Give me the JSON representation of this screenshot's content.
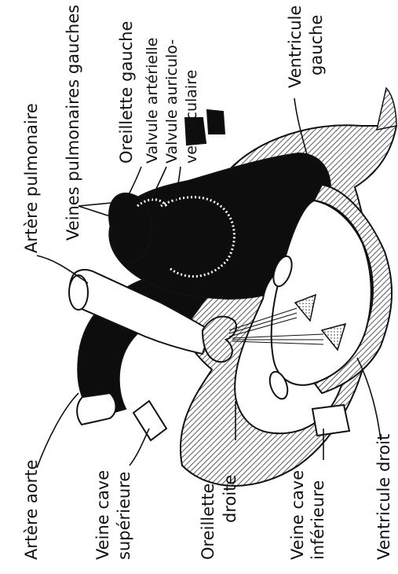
{
  "labels": {
    "aorte": "Artère aorte",
    "veine_cave_sup_1": "Veine cave",
    "veine_cave_sup_2": "supérieure",
    "oreillette_droite_1": "Oreillette",
    "oreillette_droite_2": "droite",
    "veine_cave_inf_1": "Veine cave",
    "veine_cave_inf_2": "inférieure",
    "ventricule_droit": "Ventricule droit",
    "artere_pulmonaire": "Artère pulmonaire",
    "veines_pulmonaires": "Veines pulmonaires gauches",
    "oreillette_gauche": "Oreillette gauche",
    "valvule_arterielle": "Valvule artérielle",
    "valvule_av_1": "Valvule auriculo-",
    "valvule_av_2": "ventriculaire",
    "ventricule_gauche_1": "Ventricule",
    "ventricule_gauche_2": "gauche"
  },
  "colors": {
    "ink": "#111111",
    "muscle_hatch": "#555555",
    "cavity_dark": "#0d0d0d",
    "paper": "#ffffff"
  }
}
